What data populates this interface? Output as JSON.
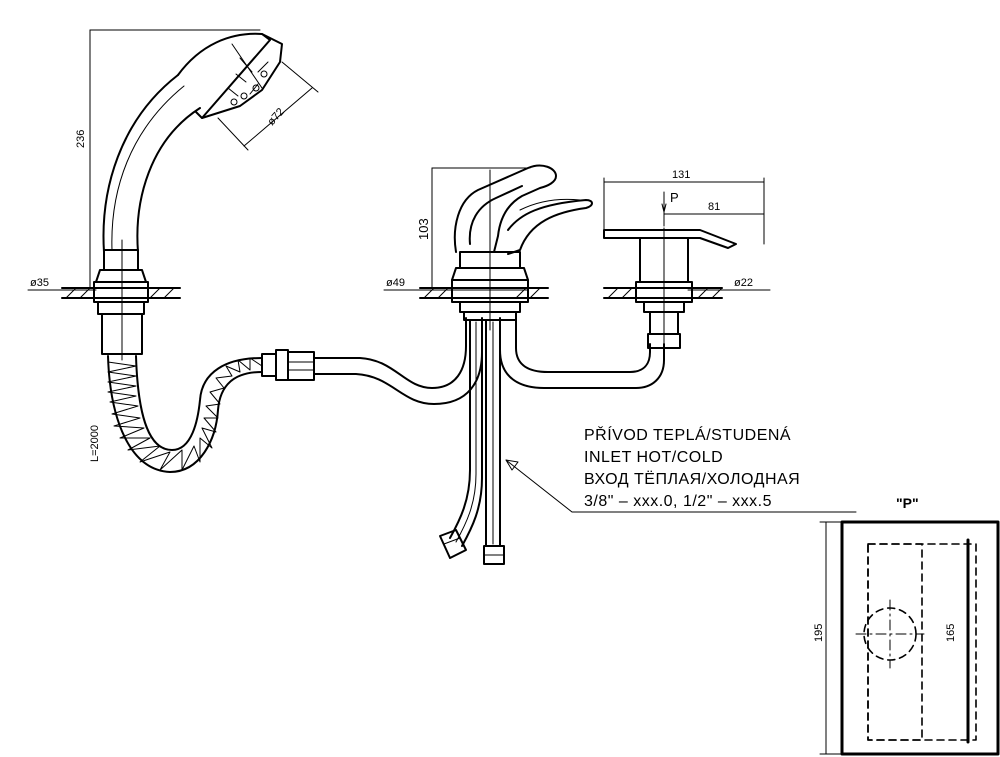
{
  "dimensions": {
    "shower_height": "236",
    "shower_head_dia": "ø72",
    "deck_hole_left": "ø35",
    "hose_length": "L=2000",
    "mixer_height": "103",
    "deck_hole_mid": "ø49",
    "valve_width": "131",
    "valve_offset": "81",
    "valve_section_mark": "P",
    "deck_hole_right": "ø22",
    "detail_height": "195",
    "detail_inner": "165"
  },
  "note": {
    "line1": "PŘÍVOD TEPLÁ/STUDENÁ",
    "line2": "INLET HOT/COLD",
    "line3": "ВХОД ТЁПЛАЯ/ХОЛОДНАЯ",
    "line4": "3/8\" – xxx.0, 1/2\" – xxx.5"
  },
  "detail_label": "\"P\""
}
